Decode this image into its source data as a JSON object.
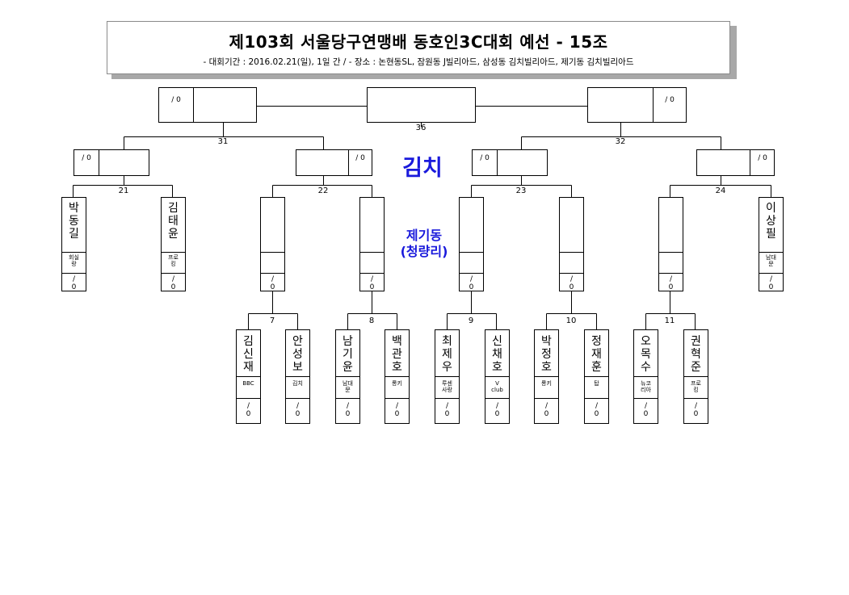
{
  "header": {
    "title": "제103회 서울당구연맹배 동호인3C대회 예선 - 15조",
    "subtitle": "- 대회기간 : 2016.02.21(일), 1일 간 / - 장소 : 논현동SL, 잠원동 J빌리아드, 삼성동 김치빌리아드, 제기동 김치빌리아드"
  },
  "venue": {
    "main": "김치",
    "sub1": "제기동",
    "sub2": "(청량리)"
  },
  "match_numbers": {
    "m36": "36",
    "m31": "31",
    "m32": "32",
    "m21": "21",
    "m22": "22",
    "m23": "23",
    "m24": "24",
    "m7": "7",
    "m8": "8",
    "m9": "9",
    "m10": "10",
    "m11": "11"
  },
  "score_empty": "/\n0",
  "players": [
    {
      "name": "박\n동\n길",
      "club": "회실\n랑"
    },
    {
      "name": "김\n태\n윤",
      "club": "프로\n킹"
    },
    {
      "name": "",
      "club": ""
    },
    {
      "name": "",
      "club": ""
    },
    {
      "name": "",
      "club": ""
    },
    {
      "name": "",
      "club": ""
    },
    {
      "name": "",
      "club": ""
    },
    {
      "name": "이\n상\n필",
      "club": "남대\n문"
    },
    {
      "name": "김\n신\n재",
      "club": "BBC"
    },
    {
      "name": "안\n성\n보",
      "club": "김치"
    },
    {
      "name": "남\n기\n윤",
      "club": "남대\n문"
    },
    {
      "name": "백\n관\n호",
      "club": "롱키"
    },
    {
      "name": "최\n제\n우",
      "club": "루센\n사랑"
    },
    {
      "name": "신\n채\n호",
      "club": "V\nclub"
    },
    {
      "name": "박\n정\n호",
      "club": "롱키"
    },
    {
      "name": "정\n재\n훈",
      "club": "탑"
    },
    {
      "name": "오\n목\n수",
      "club": "뉴코\n리아"
    },
    {
      "name": "권\n혁\n준",
      "club": "프로\n킹"
    }
  ]
}
